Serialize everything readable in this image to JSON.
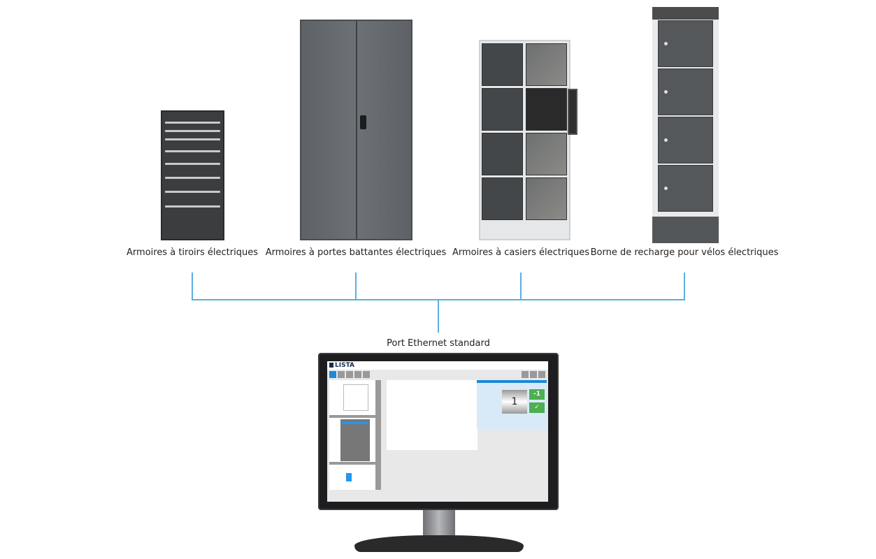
{
  "products": [
    {
      "label": "Armoires à tiroirs électriques"
    },
    {
      "label": "Armoires à portes battantes électriques"
    },
    {
      "label": "Armoires à casiers électriques"
    },
    {
      "label": "Borne de recharge pour vélos électriques"
    }
  ],
  "connection": {
    "label": "Port Ethernet standard",
    "line_color": "#5aaee3"
  },
  "screen_app": {
    "brand": "LISTA",
    "quantity": "1",
    "decrement_label": "-1",
    "confirm_icon": "checkmark-icon",
    "accent": "#1e88d8",
    "confirm_color": "#4caf50"
  }
}
